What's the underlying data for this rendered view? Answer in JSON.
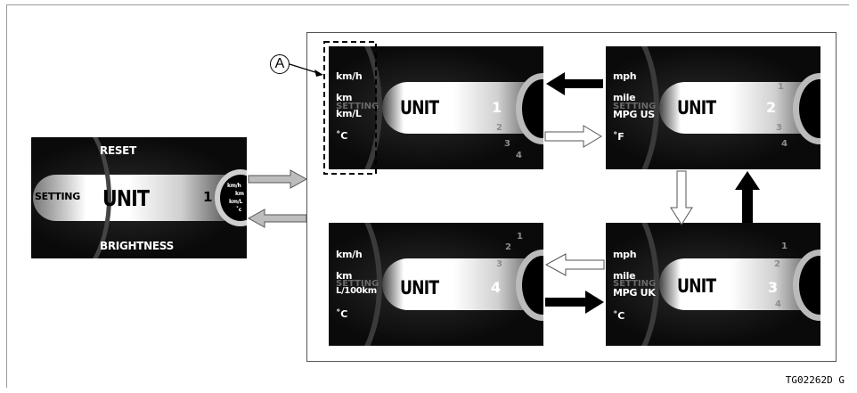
{
  "label_a": "A",
  "figure_code": "TG02262D  G",
  "main_panel": {
    "top_label": "RESET",
    "bottom_label": "BRIGHTNESS",
    "left_label": "SETTING",
    "unit": "UNIT",
    "number": "1",
    "units": [
      "km/h",
      "km",
      "km/L",
      "˚c"
    ]
  },
  "panels": [
    {
      "units": [
        "km/h",
        "km",
        "km/L",
        "˚C"
      ],
      "ghost": "SETTING",
      "unit": "UNIT",
      "number": "1",
      "others": [
        "2",
        "3",
        "4"
      ]
    },
    {
      "units": [
        "mph",
        "mile",
        "MPG US",
        "˚F"
      ],
      "ghost": "SETTING",
      "unit": "UNIT",
      "number": "2",
      "others": [
        "1",
        "3",
        "4"
      ]
    },
    {
      "units": [
        "mph",
        "mile",
        "MPG UK",
        "˚C"
      ],
      "ghost": "SETTING",
      "unit": "UNIT",
      "number": "3",
      "others": [
        "1",
        "2",
        "4"
      ]
    },
    {
      "units": [
        "km/h",
        "km",
        "L/100km",
        "˚C"
      ],
      "ghost": "SETTING",
      "unit": "UNIT",
      "number": "4",
      "others": [
        "1",
        "2",
        "3"
      ]
    }
  ]
}
